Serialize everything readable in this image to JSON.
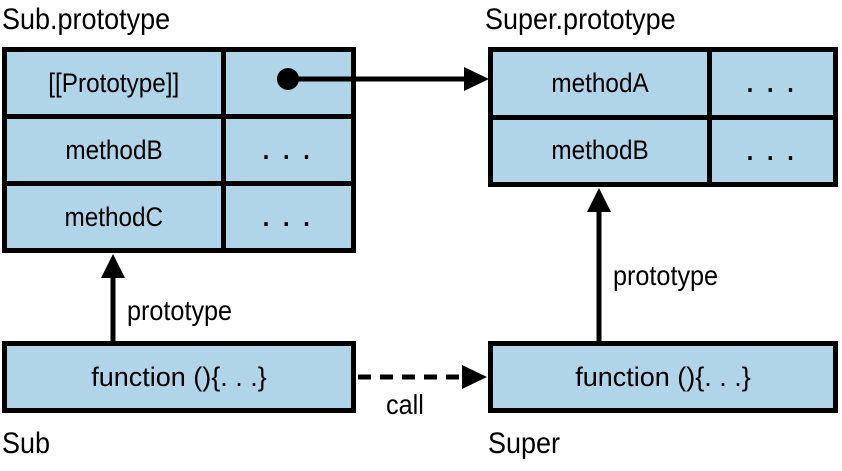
{
  "diagram": {
    "colors": {
      "cell_fill": "#b0d4e8",
      "line_color": "#000000",
      "background": "#ffffff"
    },
    "sub_prototype": {
      "title": "Sub.prototype",
      "rows": [
        {
          "name": "[[Prototype]]",
          "value": ""
        },
        {
          "name": "methodB",
          "value": ". . ."
        },
        {
          "name": "methodC",
          "value": ". . ."
        }
      ]
    },
    "super_prototype": {
      "title": "Super.prototype",
      "rows": [
        {
          "name": "methodA",
          "value": ". . ."
        },
        {
          "name": "methodB",
          "value": ". . ."
        }
      ]
    },
    "sub_function": {
      "label": "function (){. . .}",
      "caption": "Sub"
    },
    "super_function": {
      "label": "function (){. . .}",
      "caption": "Super"
    },
    "edges": {
      "sub_prototype_label": "prototype",
      "super_prototype_label": "prototype",
      "call_label": "call",
      "prototype_pointer": "dot-arrow-to-super-prototype"
    }
  }
}
